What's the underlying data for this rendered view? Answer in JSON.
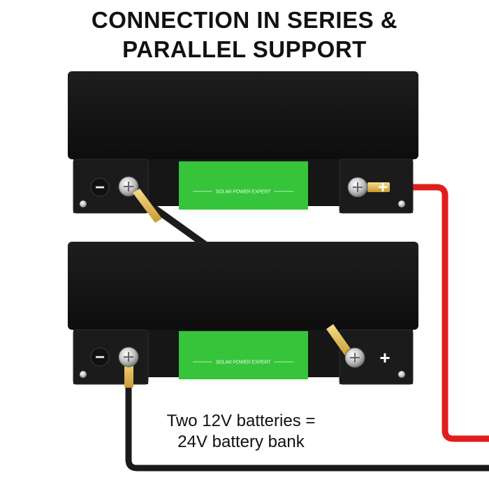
{
  "title": {
    "line1": "CONNECTION IN SERIES &",
    "line2": "PARALLEL SUPPORT"
  },
  "batteries": [
    {
      "label": "SOLAR POWER EXPERT",
      "neg_symbol": "−",
      "pos_symbol": "+"
    },
    {
      "label": "SOLAR POWER EXPERT",
      "neg_symbol": "−",
      "pos_symbol": "+"
    }
  ],
  "caption": {
    "line1": "Two 12V batteries =",
    "line2": "24V battery bank"
  },
  "colors": {
    "battery_body": "#141414",
    "panel_green": "#35c43a",
    "positive_wire": "#e11d1d",
    "negative_wire": "#1a1a1a",
    "lug": "#e8c35a"
  }
}
